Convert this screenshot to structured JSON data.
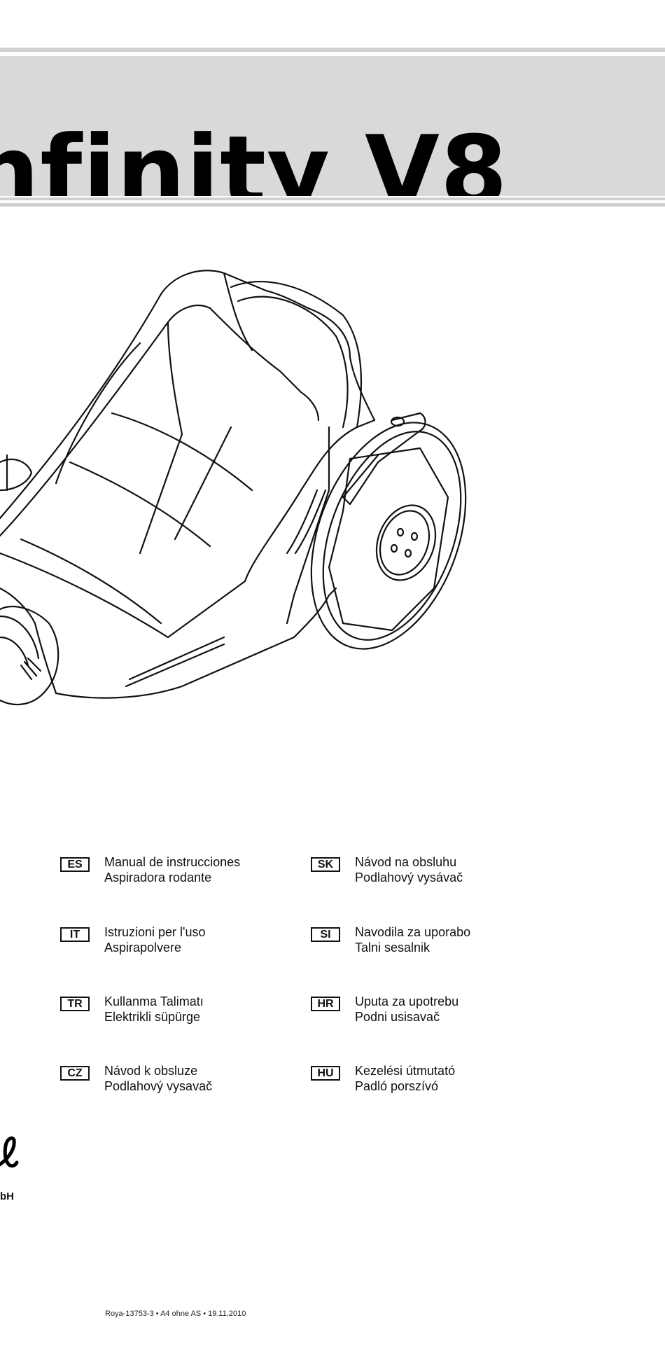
{
  "title": "nfinity V8",
  "languages": [
    {
      "code": "ES",
      "line1": "Manual de instrucciones",
      "line2": "Aspiradora rodante"
    },
    {
      "code": "SK",
      "line1": "Návod na obsluhu",
      "line2": "Podlahový vysávač"
    },
    {
      "code": "IT",
      "line1": "Istruzioni per l'uso",
      "line2": "Aspirapolvere"
    },
    {
      "code": "SI",
      "line1": "Navodila za uporabo",
      "line2": "Talni sesalnik"
    },
    {
      "code": "TR",
      "line1": "Kullanma Talimatı",
      "line2": "Elektrikli süpürge"
    },
    {
      "code": "HR",
      "line1": "Uputa za upotrebu",
      "line2": "Podni usisavač"
    },
    {
      "code": "CZ",
      "line1": "Návod k obsluze",
      "line2": "Podlahový vysavač"
    },
    {
      "code": "HU",
      "line1": "Kezelési útmutató",
      "line2": "Padló porszívó"
    }
  ],
  "logo_text": "bH",
  "footer": "Roya-13753-3 • A4 ohne AS • 19.11.2010"
}
